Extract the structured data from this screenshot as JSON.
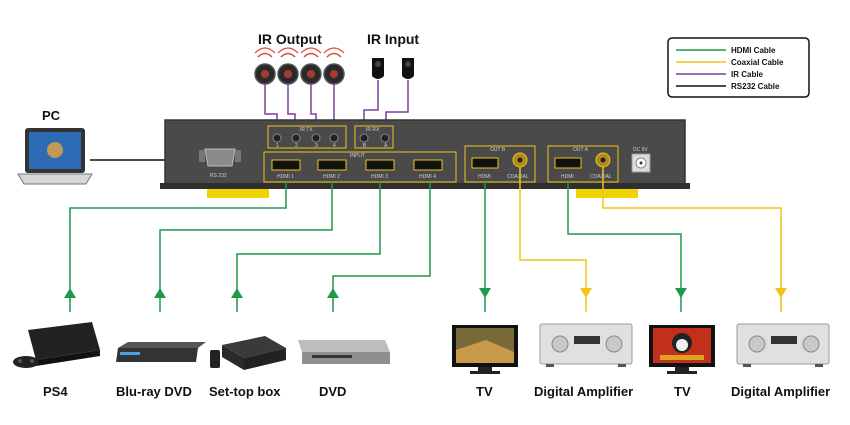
{
  "headings": {
    "ir_output": "IR Output",
    "ir_input": "IR Input",
    "pc": "PC"
  },
  "legend": [
    {
      "label": "HDMI Cable",
      "color": "#1e9a4a"
    },
    {
      "label": "Coaxial  Cable",
      "color": "#f0c419"
    },
    {
      "label": "IR Cable",
      "color": "#7b3fa0"
    },
    {
      "label": "RS232 Cable",
      "color": "#111111"
    }
  ],
  "device": {
    "ir_tx": "IR TX",
    "ir_rx": "IR RX",
    "ir_tx_ports": [
      "1",
      "2",
      "3",
      "4"
    ],
    "ir_rx_ports": [
      "B",
      "A"
    ],
    "input": "INPUT",
    "hdmi_inputs": [
      "HDMI 1",
      "HDMI 2",
      "HDMI 3",
      "HDMI 4"
    ],
    "rs232": "RS 232",
    "out_b": "OUT B",
    "out_a": "OUT A",
    "hdmi": "HDMI",
    "coaxial": "COAXIAL",
    "dc": "DC 5V"
  },
  "sources": [
    "PS4",
    "Blu-ray DVD",
    "Set-top box",
    "DVD"
  ],
  "outputs": [
    "TV",
    "Digital Amplifier",
    "TV",
    "Digital Amplifier"
  ],
  "colors": {
    "hdmi": "#1e9a4a",
    "coax": "#f0c419",
    "ir": "#7b3fa0",
    "rs232": "#111111",
    "box": "#4a4a4a",
    "port_outline": "#f0c419"
  }
}
